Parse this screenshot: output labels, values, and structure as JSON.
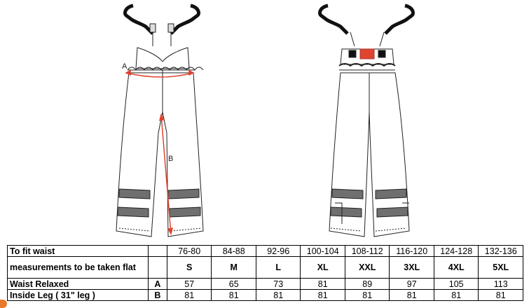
{
  "table": {
    "fit_label": "To fit waist",
    "waist_ranges": [
      "76-80",
      "84-88",
      "92-96",
      "100-104",
      "108-112",
      "116-120",
      "124-128",
      "132-136"
    ],
    "measure_note": "measurements to be taken flat",
    "sizes": [
      "S",
      "M",
      "L",
      "XL",
      "XXL",
      "3XL",
      "4XL",
      "5XL"
    ],
    "rows": [
      {
        "label": "Waist Relaxed",
        "code": "A",
        "values": [
          "57",
          "65",
          "73",
          "81",
          "89",
          "97",
          "105",
          "113"
        ]
      },
      {
        "label": "Inside Leg ( 31\" leg )",
        "code": "B",
        "values": [
          "81",
          "81",
          "81",
          "81",
          "81",
          "81",
          "81",
          "81"
        ]
      }
    ]
  },
  "diagram": {
    "front_label_a": "A",
    "front_label_b": "B",
    "measure_color": "#e0452f",
    "reflective_band_color": "#6f6f6f"
  }
}
